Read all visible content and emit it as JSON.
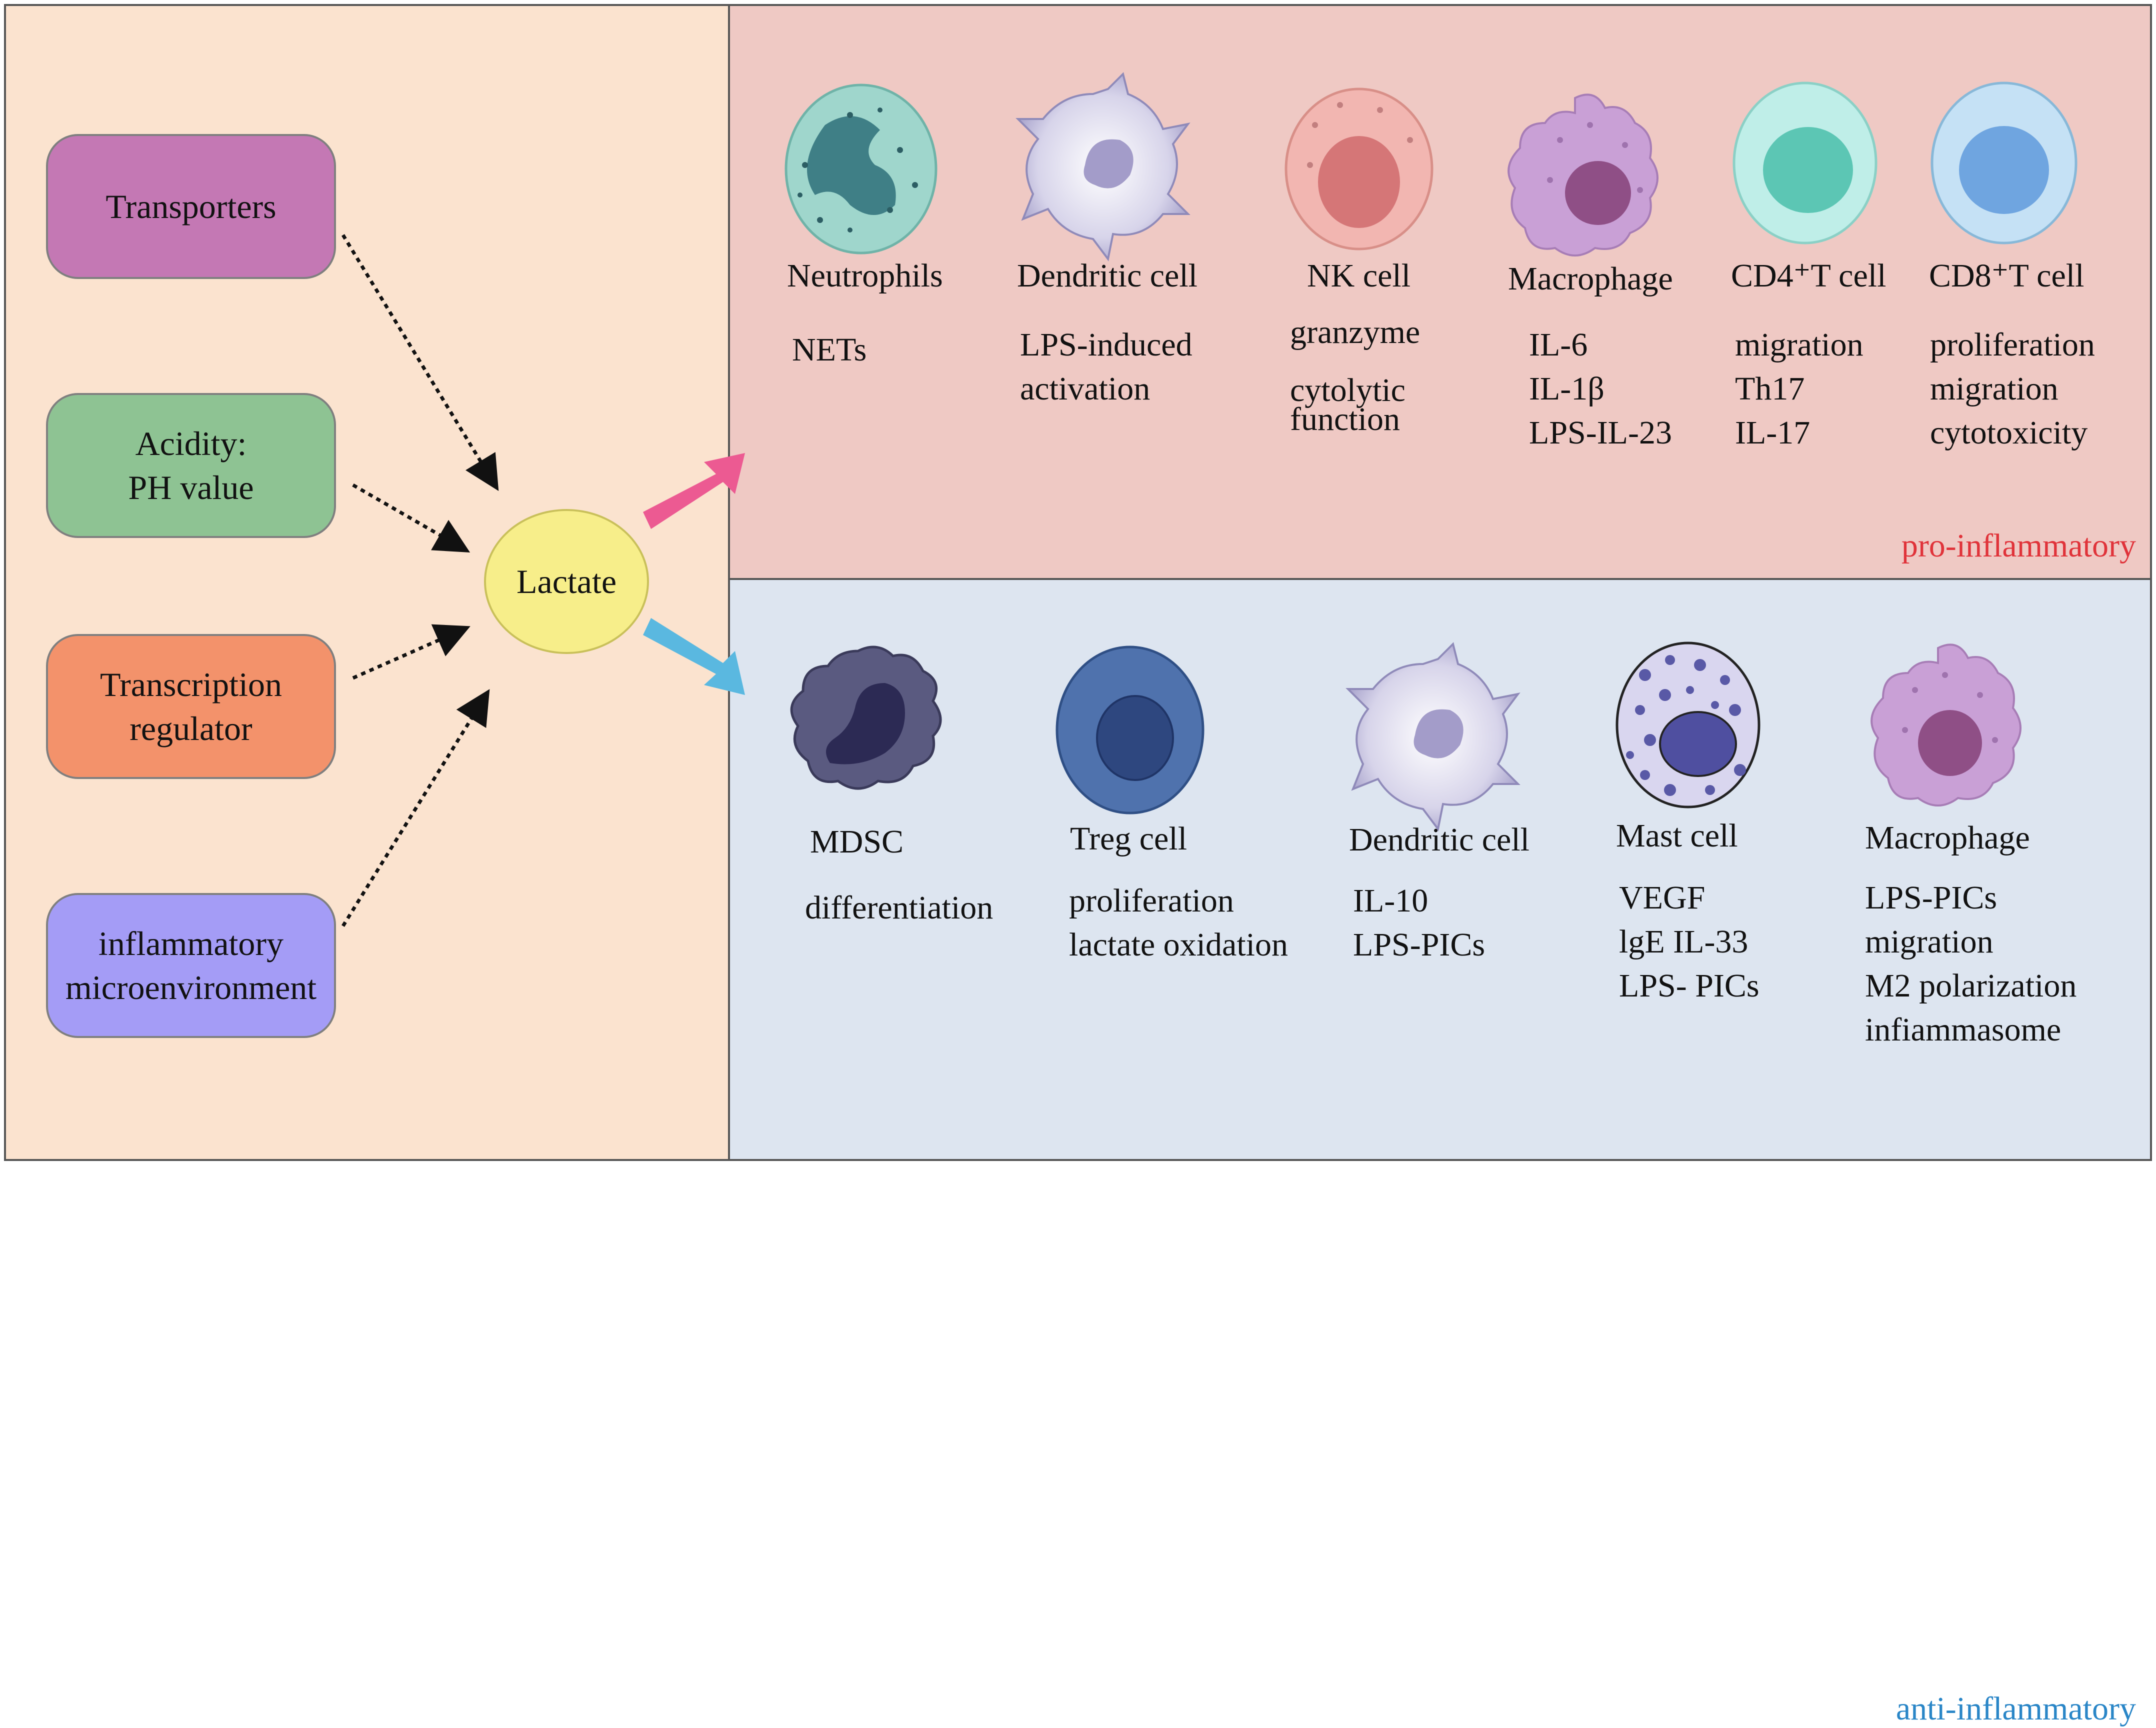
{
  "factors": [
    {
      "label": "Transporters",
      "color": "#c478b4"
    },
    {
      "label": "Acidity:\nPH value",
      "color": "#8ec393"
    },
    {
      "label": "Transcription\nregulator",
      "color": "#f3926b"
    },
    {
      "label": "inflammatory\nmicroenvironment",
      "color": "#a49cf6"
    }
  ],
  "center": {
    "label": "Lactate"
  },
  "pro": {
    "title": "pro-inflammatory",
    "cells": [
      {
        "name": "Neutrophils",
        "effects": "NETs"
      },
      {
        "name": "Dendritic cell",
        "effects": "LPS-induced\nactivation"
      },
      {
        "name": "NK cell",
        "effects": "granzyme\n\ncytolytic\nfunction"
      },
      {
        "name": "Macrophage",
        "effects": "IL-6\nIL-1β\nLPS-IL-23"
      },
      {
        "name": "CD4⁺T cell",
        "effects": "migration\nTh17\nIL-17"
      },
      {
        "name": "CD8⁺T cell",
        "effects": "proliferation\nmigration\ncytotoxicity"
      }
    ]
  },
  "anti": {
    "title": "anti-inflammatory",
    "cells": [
      {
        "name": "MDSC",
        "effects": "differentiation"
      },
      {
        "name": "Treg cell",
        "effects": "proliferation\nlactate oxidation"
      },
      {
        "name": "Dendritic cell",
        "effects": "IL-10\nLPS-PICs"
      },
      {
        "name": "Mast cell",
        "effects": "VEGF\nlgE  IL-33\nLPS- PICs"
      },
      {
        "name": "Macrophage",
        "effects": "LPS-PICs\nmigration\nM2 polarization\ninfiammasome"
      }
    ]
  },
  "colors": {
    "pro_arrow": "#ec5a92",
    "anti_arrow": "#5ab8e0"
  }
}
